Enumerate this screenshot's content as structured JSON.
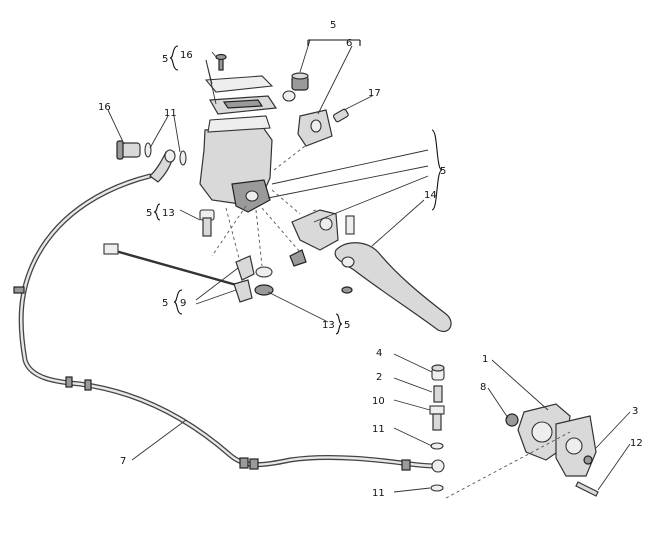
{
  "callouts": {
    "c1": "1",
    "c2": "2",
    "c3": "3",
    "c4": "4",
    "c5_top": "5",
    "c5_res": "5",
    "c5_right": "5",
    "c5_13": "5",
    "c5_9": "5",
    "c5_13b": "5",
    "c6": "6",
    "c7": "7",
    "c8": "8",
    "c9": "9",
    "c10": "10",
    "c11_top": "11",
    "c11_a": "11",
    "c11_b": "11",
    "c12": "12",
    "c13": "13",
    "c13b": "13",
    "c14": "14",
    "c16_hose": "16",
    "c16_res": "16",
    "c17": "17"
  }
}
